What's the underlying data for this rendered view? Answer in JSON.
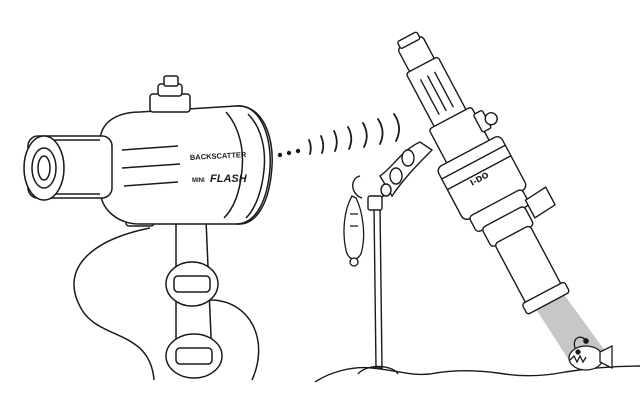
{
  "flash": {
    "brand_label": "BACKSCATTER",
    "model_prefix": "MINI",
    "model_name": "FLASH"
  },
  "focus_light": {
    "model_label": "I-DO"
  },
  "colors": {
    "line": "#1a1a1a",
    "fill": "#ffffff",
    "light_beam": "#bdbdbd"
  },
  "icons": {
    "signal": "optical-signal-dots",
    "mount": "tripod-stake-mount",
    "fish": "anglerfish-silhouette"
  }
}
